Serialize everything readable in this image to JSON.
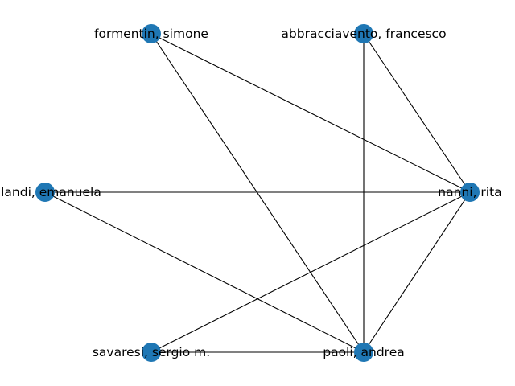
{
  "graph": {
    "node_color": "#1f77b4",
    "edge_color": "#000000",
    "nodes": [
      {
        "id": "formentin",
        "label": "formentin, simone"
      },
      {
        "id": "abbracciavento",
        "label": "abbracciavento, francesco"
      },
      {
        "id": "falandi",
        "label": "falandi, emanuela"
      },
      {
        "id": "nanni",
        "label": "nanni, rita"
      },
      {
        "id": "savaresi",
        "label": "savaresi, sergio m."
      },
      {
        "id": "paoli",
        "label": "paoli, andrea"
      }
    ],
    "edges": [
      [
        "formentin",
        "nanni"
      ],
      [
        "formentin",
        "paoli"
      ],
      [
        "abbracciavento",
        "nanni"
      ],
      [
        "abbracciavento",
        "paoli"
      ],
      [
        "falandi",
        "nanni"
      ],
      [
        "falandi",
        "paoli"
      ],
      [
        "nanni",
        "savaresi"
      ],
      [
        "nanni",
        "paoli"
      ],
      [
        "savaresi",
        "paoli"
      ]
    ]
  }
}
